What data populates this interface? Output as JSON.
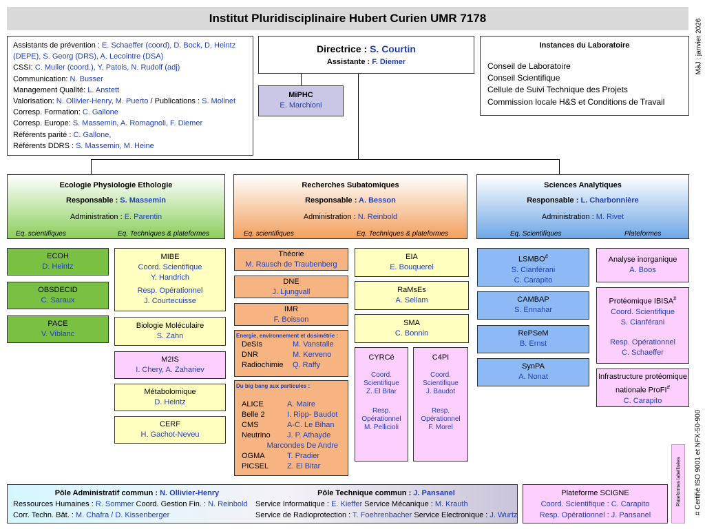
{
  "title": "Institut Pluridisciplinaire Hubert Curien  UMR 7178",
  "update_note": "MàJ : janvier 2026",
  "iso_note": "# Certifié ISO 9001 et NFX-50-900",
  "platform_note": "Plateformes labellisées",
  "left_info": [
    {
      "label": "Assistants de prévention : ",
      "value": "E. Schaeffer (coord), D. Bock, D. Heintz (DEPE), S. Georg (DRS), A. Lecointre (DSA)"
    },
    {
      "label": "CSSI: ",
      "value": "C. Muller (coord.), Y. Patois, N. Rudolf (adj)"
    },
    {
      "label": "Communication: ",
      "value": "N. Busser"
    },
    {
      "label": "Management Qualité: ",
      "value": "L. Anstett"
    },
    {
      "label": "Valorisation: ",
      "value": "N. Ollivier-Henry, M. Puerto",
      "label2": " / Publications : ",
      "value2": "S. Molinet"
    },
    {
      "label": "Corresp. Formation: ",
      "value": "C. Gallone"
    },
    {
      "label": "Corresp. Europe: ",
      "value": "S. Massemin, A. Romagnoli, F. Diemer"
    },
    {
      "label": "Référents parité : ",
      "value": "C. Gallone,"
    },
    {
      "label": "Référents DDRS : ",
      "value": "S. Massemin, M. Heine"
    }
  ],
  "director": {
    "label": "Directrice : ",
    "name": "S. Courtin",
    "assistant_label": "Assistante : ",
    "assistant": "F. Diemer"
  },
  "miphc": {
    "title": "MiPHC",
    "name": "E. Marchioni"
  },
  "instances": {
    "title": "Instances du Laboratoire",
    "items": [
      "Conseil de Laboratoire",
      "Conseil Scientifique",
      "Cellule de Suivi Technique des Projets",
      "Commission locale H&S et Conditions de Travail"
    ]
  },
  "depts": {
    "epe": {
      "title": "Ecologie Physiologie Ethologie",
      "resp_label": "Responsable : ",
      "resp": "S. Massemin",
      "admin_label": "Administration : ",
      "admin": "E. Parentin",
      "sub1": "Eq. scientifiques",
      "sub2": "Eq.  Techniques  & plateformes"
    },
    "drs": {
      "title": "Recherches Subatomiques",
      "resp_label": "Responsable : ",
      "resp": "A. Besson",
      "admin_label": "Administration : ",
      "admin": "N. Reinbold",
      "sub1": "Eq. scientifiques",
      "sub2": "Eq.  Techniques  & plateformes"
    },
    "dsa": {
      "title": "Sciences Analytiques",
      "resp_label": "Responsable : ",
      "resp": "L. Charbonnière",
      "admin_label": "Administration : ",
      "admin": "M. Rivet",
      "sub1": "Eq. Scientifiques",
      "sub2": "Plateformes"
    }
  },
  "epe_sci": [
    {
      "name": "ECOH",
      "person": "D. Heintz"
    },
    {
      "name": "OBSDECID",
      "person": "C. Saraux"
    },
    {
      "name": "PACE",
      "person": "V. Viblanc"
    }
  ],
  "epe_tech": {
    "mibe": {
      "name": "MIBE",
      "l1": "Coord. Scientifique",
      "p1": "Y. Handrich",
      "l2": "Resp. Opérationnel",
      "p2": "J. Courtecuisse"
    },
    "bio": {
      "name": "Biologie Moléculaire",
      "person": "S. Zahn"
    },
    "m2is": {
      "name": "M2IS",
      "person": "I. Chery, A. Zahariev"
    },
    "meta": {
      "name": "Métabolomique",
      "person": "D. Heintz"
    },
    "cerf": {
      "name": "CERF",
      "person": "H. Gachot-Neveu"
    }
  },
  "drs_sci": {
    "theorie": {
      "name": "Théorie",
      "person": "M. Rausch de Traubenberg"
    },
    "dne": {
      "name": "DNE",
      "person": "J. Ljungvall"
    },
    "imr": {
      "name": "IMR",
      "person": "F. Boisson"
    },
    "energie": {
      "title": "Energie, environnement et dosimétrie :",
      "rows": [
        [
          "DeSIs",
          "M. Vanstalle"
        ],
        [
          "DNR",
          "M. Kerveno"
        ],
        [
          "Radiochimie",
          "Q. Raffy"
        ]
      ]
    },
    "bigbang": {
      "title": "Du big bang aux particules :",
      "rows": [
        [
          "ALICE",
          "A. Maire"
        ],
        [
          "Belle 2",
          "I. Ripp- Baudot"
        ],
        [
          "CMS",
          "A-C. Le Bihan"
        ],
        [
          "Neutrino",
          "J. P. Athayde"
        ]
      ],
      "extra": "Marcondes De Andre",
      "rows2": [
        [
          "OGMA",
          "T. Pradier"
        ],
        [
          "PICSEL",
          "Z. El Bitar"
        ]
      ]
    }
  },
  "drs_tech": {
    "eia": {
      "name": "EIA",
      "person": "E. Bouquerel"
    },
    "ramses": {
      "name": "RaMsEs",
      "person": "A. Sellam"
    },
    "sma": {
      "name": "SMA",
      "person": "C. Bonnin"
    },
    "cyrce": {
      "name": "CYRCé",
      "l1": "Coord. Scientifique",
      "p1": "Z. El Bitar",
      "l2": "Resp. Opérationnel",
      "p2": "M. Pellicioli"
    },
    "c4pi": {
      "name": "C4PI",
      "l1": "Coord. Scientifique",
      "p1": "J. Baudot",
      "l2": "Resp. Opérationnel",
      "p2": "F. Morel"
    }
  },
  "dsa_sci": {
    "lsmbo": {
      "name": "LSMBO",
      "mark": "#",
      "person": "S. Cianférani",
      "person2": "C. Carapito"
    },
    "cambap": {
      "name": "CAMBAP",
      "person": "S. Ennahar"
    },
    "repsem": {
      "name": "RePSeM",
      "person": "B. Ernst"
    },
    "synpa": {
      "name": "SynPA",
      "person": "A. Nonat"
    }
  },
  "dsa_plat": {
    "analyse": {
      "name": "Analyse inorganique",
      "person": "A. Boos"
    },
    "proteo": {
      "name": "Protéomique IBISA",
      "mark": "#",
      "l1": "Coord. Scientifique",
      "p1": "S. Cianférani",
      "l2": "Resp. Opérationnel",
      "p2": "C. Schaeffer"
    },
    "profi": {
      "name": "Infrastructure protéomique",
      "name2": "nationale ProFI",
      "mark": "#",
      "person": "C. Carapito"
    }
  },
  "pole_admin": {
    "label": "Pôle Administratif commun : ",
    "name": "N. Ollivier-Henry",
    "rh_label": "Ressources Humaines : ",
    "rh": "R. Sommer",
    "cgf_label": "  Coord. Gestion Fin. : ",
    "cgf": "N. Reinbold",
    "ctb_label": "Corr. Techn. Bât. : ",
    "ctb": "M. Chafra / D. Kissenberger"
  },
  "pole_tech": {
    "label": "Pôle Technique commun : ",
    "name": "J. Pansanel",
    "si_label": "Service Informatique : ",
    "si": "E. Kieffer",
    "sm_label": "  Service Mécanique : ",
    "sm": "M. Krauth",
    "sr_label": "Service de Radioprotection : ",
    "sr": "T. Foehrenbacher",
    "se_label": "  Service Electronique : ",
    "se": "J. Wurtz"
  },
  "scigne": {
    "name": "Plateforme SCIGNE",
    "l1": "Coord. Scientifique  :  ",
    "p1": "C. Carapito",
    "l2": "Resp. Opérationnel  :  ",
    "p2": "J. Pansanel"
  }
}
